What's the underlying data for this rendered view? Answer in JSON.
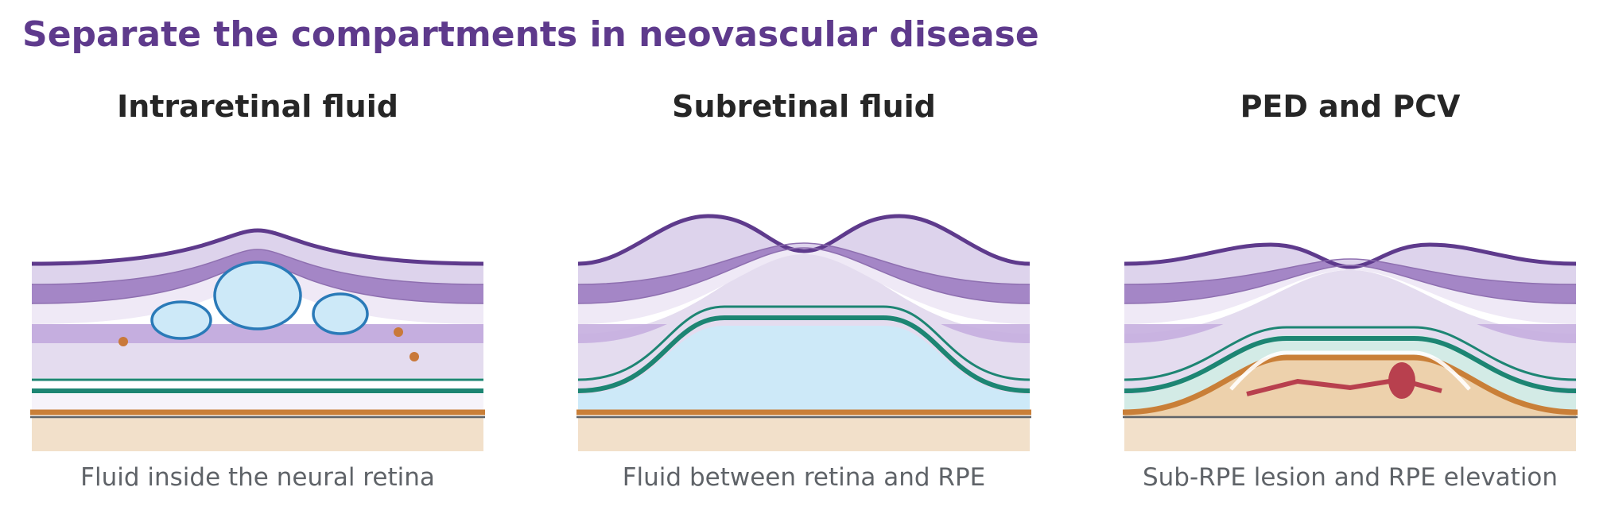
{
  "title": "Separate the compartments in neovascular disease",
  "panels": [
    {
      "key": "intraretinal",
      "title": "Intraretinal fluid",
      "caption": "Fluid inside the neural retina"
    },
    {
      "key": "subretinal",
      "title": "Subretinal fluid",
      "caption": "Fluid between retina and RPE"
    },
    {
      "key": "ped",
      "title": "PED and PCV",
      "caption": "Sub-RPE lesion and RPE elevation"
    }
  ],
  "colors": {
    "title": "#5e3a8c",
    "ilm": "#5e3a8c",
    "nfl": "#ddd3ec",
    "ganglion": "#a486c6",
    "inner_light": "#efe9f6",
    "inner_nuclear": "#c5aedf",
    "outer": "#e4dcef",
    "photoreceptor": "#1d8573",
    "rpe": "#c97f38",
    "bruch": "#5f6368",
    "choroid": "#f2e0ca",
    "fluid": "#cde9f8",
    "fluid_outline": "#2a7ab8",
    "exudate": "#c9793a",
    "ped_fill": "#edd1ac",
    "vessel": "#b8404e"
  }
}
